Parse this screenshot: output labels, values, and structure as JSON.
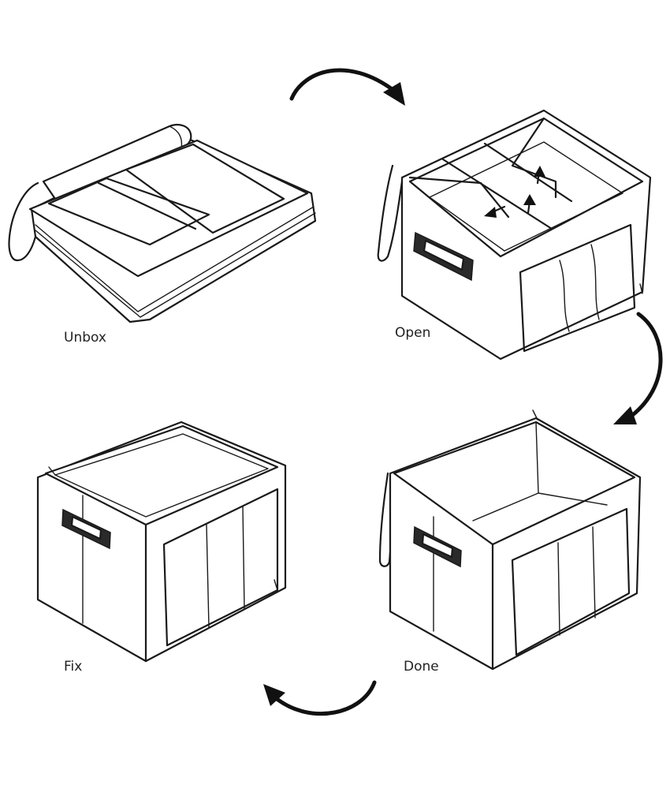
{
  "steps": [
    {
      "label": "Unbox"
    },
    {
      "label": "Open"
    },
    {
      "label": "Fix"
    },
    {
      "label": "Done"
    }
  ],
  "colors": {
    "line": "#1a1a1a",
    "background": "#ffffff"
  }
}
